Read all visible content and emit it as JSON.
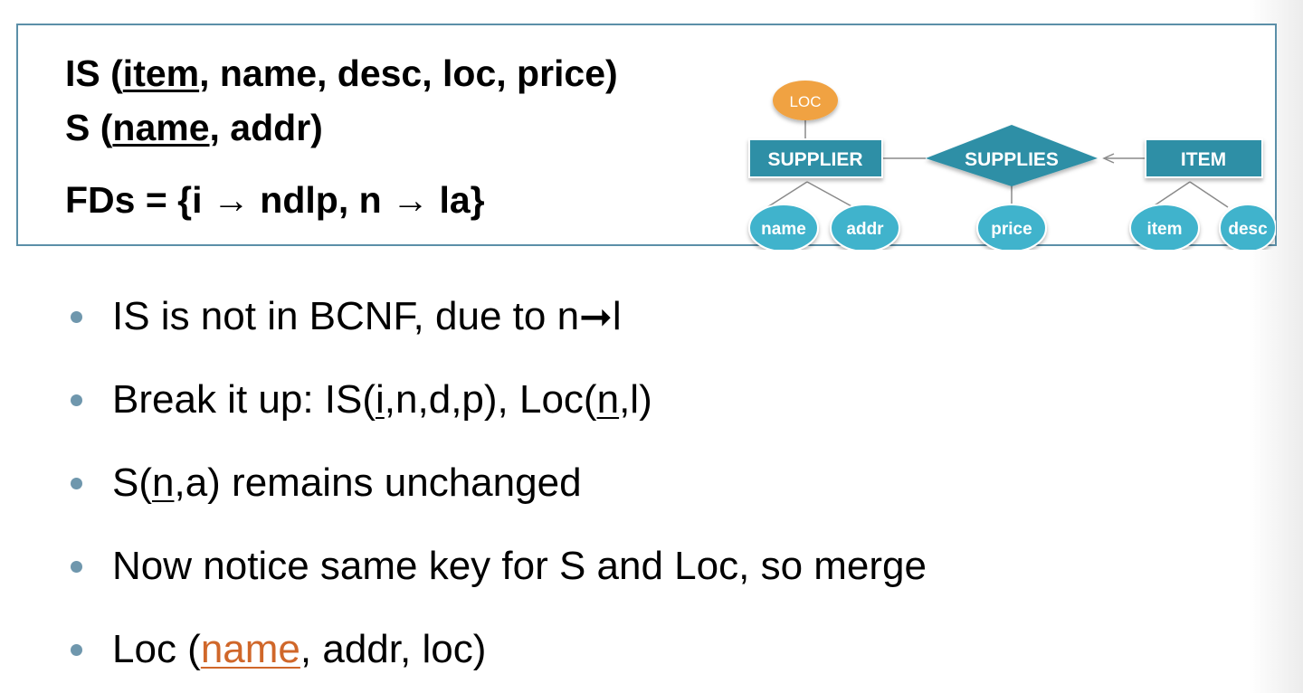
{
  "schema": {
    "line1": {
      "prefix": "IS (",
      "key": "item",
      "rest": ", name, desc, loc, price)"
    },
    "line2": {
      "prefix": "S (",
      "key": "name",
      "rest": ", addr)"
    },
    "line3": {
      "text": "FDs = {i → ndlp, n → la}"
    }
  },
  "er_diagram": {
    "attr_loc": "LOC",
    "entity_supplier": "SUPPLIER",
    "relationship_supplies": "SUPPLIES",
    "entity_item": "ITEM",
    "attr_name": "name",
    "attr_addr": "addr",
    "attr_price": "price",
    "attr_item": "item",
    "attr_desc": "desc",
    "colors": {
      "entity_fill": "#2d8fa6",
      "attribute_fill": "#3fb3cc",
      "loc_fill": "#f0a242",
      "line": "#8a8a8a"
    }
  },
  "bullets": [
    {
      "before": "IS is not in BCNF, due to n ",
      "arrow": "➞",
      "after": " l"
    },
    {
      "before": "Break it up: IS(",
      "u1": "i",
      "mid": ",n,d,p), Loc(",
      "u2": "n",
      "after": ",l)"
    },
    {
      "before": "S(",
      "u1": "n",
      "after": ",a) remains unchanged"
    },
    {
      "text": "Now notice same key for S and Loc, so merge"
    },
    {
      "before": "Loc (",
      "u1": "name",
      "after": ", addr, loc)"
    }
  ],
  "colors": {
    "box_border": "#5b8fa8",
    "bullet_dot": "#6f97ad",
    "highlight": "#d0672a"
  }
}
